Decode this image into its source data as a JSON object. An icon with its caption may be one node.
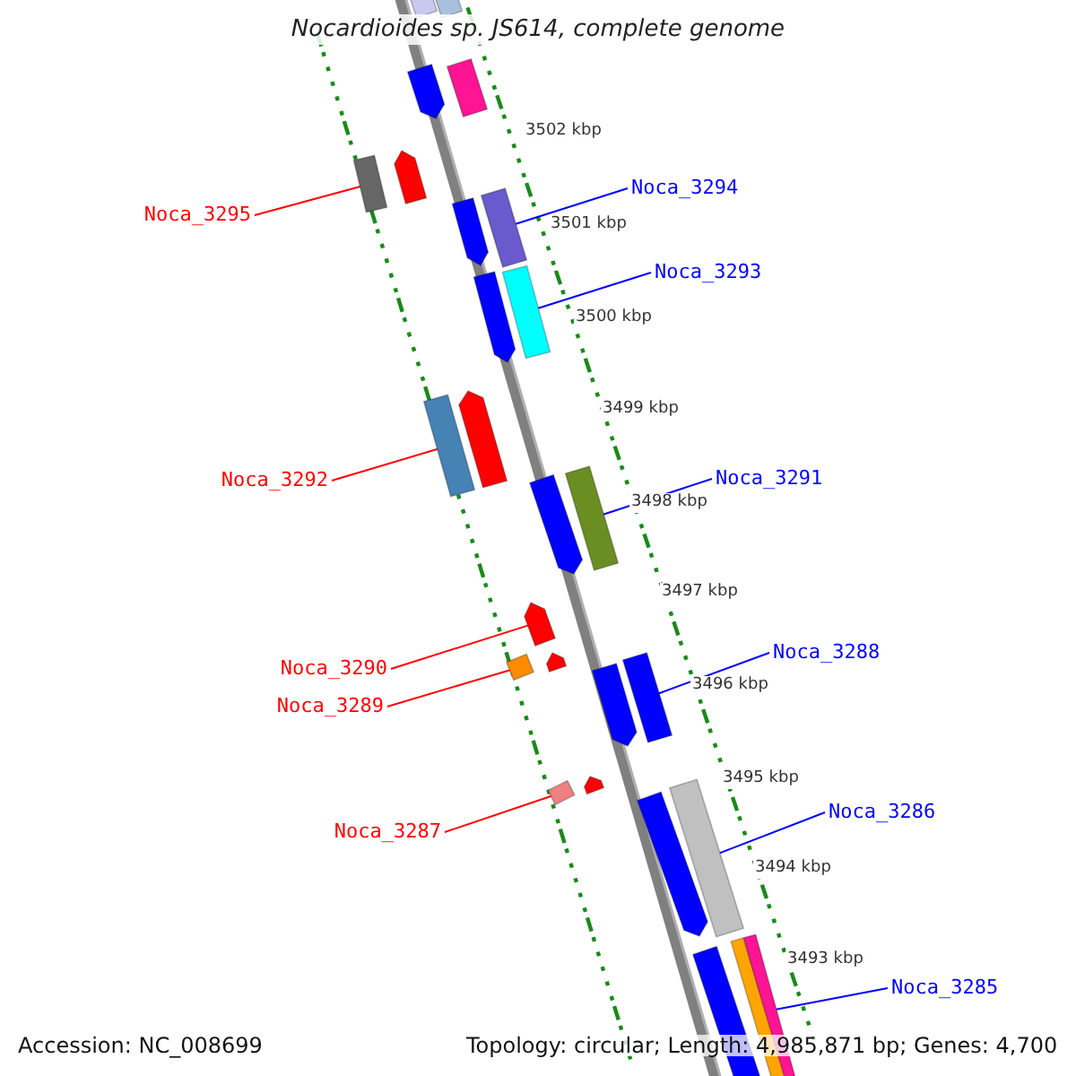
{
  "diagram": {
    "title": "Nocardioides sp. JS614, complete genome",
    "nodes": [
      {
        "text": [
          "Noca_3294"
        ]
      },
      {
        "text": [],
        "shape": "bar"
      },
      {
        "text": [
          "Noca_3295"
        ]
      },
      {
        "text": [],
        "shape": "bar"
      },
      {
        "text": [
          "Noca_3293"
        ]
      },
      {
        "text": [],
        "shape": "bar"
      },
      {
        "text": [
          "Noca_3292"
        ]
      },
      {
        "text": [],
        "shape": "bar"
      },
      {
        "text": [
          "Noca_3291"
        ]
      },
      {
        "text": [],
        "shape": "bar"
      },
      {
        "text": [
          "Noca_3290"
        ]
      },
      {
        "text": [],
        "shape": "bar"
      },
      {
        "text": [
          "Noca_3288"
        ]
      },
      {
        "text": [],
        "shape": "bar"
      },
      {
        "text": [
          "Noca_3289"
        ]
      },
      {
        "text": [],
        "shape": "bar"
      },
      {
        "text": [
          "Noca_3286"
        ]
      },
      {
        "text": [],
        "shape": "bar"
      },
      {
        "text": [
          "Noca_3287"
        ]
      },
      {
        "text": [],
        "shape": "bar"
      },
      {
        "text": [
          "Noca_3285"
        ]
      },
      {
        "text": [],
        "shape": "bar"
      },
      {
        "text": [],
        "shape": "bar"
      },
      {
        "text": [],
        "shape": "bar"
      },
      {
        "text": [],
        "shape": "bar"
      },
      {
        "text": [],
        "shape": "bar"
      },
      {
        "text": [],
        "shape": "bar"
      },
      {
        "text": [],
        "shape": "bar"
      },
      {
        "text": [],
        "shape": "bar"
      },
      {
        "text": [],
        "shape": "bar"
      },
      {
        "text": [],
        "shape": "bar"
      },
      {
        "text": [],
        "shape": "bar"
      },
      {
        "text": [],
        "shape": "bar"
      },
      {
        "text": [],
        "shape": "bar"
      },
      {
        "text": [],
        "shape": "bar"
      },
      {
        "text": [],
        "shape": "bar"
      },
      {
        "text": [],
        "shape": "bar"
      }
    ],
    "edges": [
      {
        "from": 0,
        "to": 1,
        "arrow": "none"
      },
      {
        "from": 2,
        "to": 3,
        "arrow": "none",
        "color": "#ff0000"
      },
      {
        "from": 4,
        "to": 5,
        "arrow": "none"
      },
      {
        "from": 6,
        "to": 7,
        "arrow": "none",
        "color": "#ff0000"
      },
      {
        "from": 8,
        "to": 9,
        "arrow": "none"
      },
      {
        "from": 10,
        "to": 11,
        "arrow": "none",
        "color": "#ff0000"
      },
      {
        "from": 12,
        "to": 13,
        "arrow": "none"
      },
      {
        "from": 14,
        "to": 15,
        "arrow": "none",
        "color": "#ff0000"
      },
      {
        "from": 16,
        "to": 17,
        "arrow": "none"
      },
      {
        "from": 18,
        "to": 19,
        "arrow": "none",
        "color": "#ff0000"
      },
      {
        "from": 20,
        "to": 21,
        "arrow": "none"
      }
    ],
    "labels": [
      "3502 kbp",
      "3501 kbp",
      "3500 kbp",
      "3499 kbp",
      "3498 kbp",
      "3497 kbp",
      "3496 kbp",
      "3495 kbp",
      "3494 kbp",
      "3493 kbp",
      "Accession: NC_008699",
      "Topology: circular; Length: 4,985,871 bp; Genes: 4,700"
    ]
  }
}
